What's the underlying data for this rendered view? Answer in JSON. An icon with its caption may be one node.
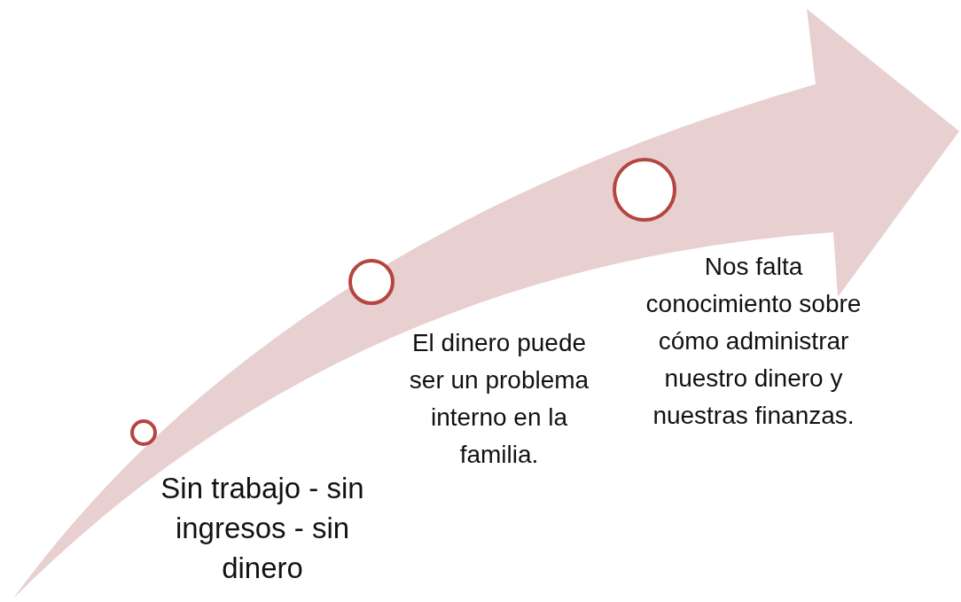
{
  "diagram": {
    "nodes": [
      {
        "text": [],
        "shape": "circle",
        "beside": [
          "Sin trabajo - sin ingresos - sin dinero"
        ]
      },
      {
        "text": [],
        "shape": "circle",
        "beside": [
          "El dinero puede ser un problema interno en la familia."
        ]
      },
      {
        "text": [],
        "shape": "circle",
        "beside": [
          "Nos falta conocimiento sobre cómo administrar nuestro dinero y nuestras finanzas."
        ]
      }
    ]
  }
}
